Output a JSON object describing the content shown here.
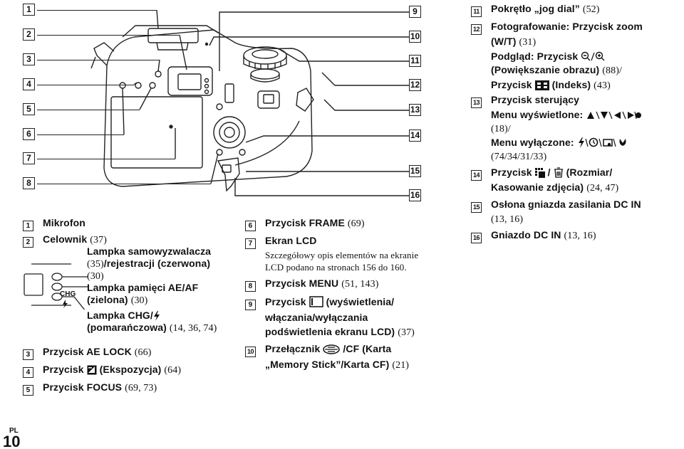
{
  "callouts_left": [
    "1",
    "2",
    "3",
    "4",
    "5",
    "6",
    "7",
    "8"
  ],
  "callouts_right": [
    "9",
    "10",
    "11",
    "12",
    "13",
    "14",
    "15",
    "16"
  ],
  "list_left": {
    "items": [
      {
        "num": "1",
        "title": "Mikrofon",
        "ref": ""
      },
      {
        "num": "2",
        "title": "Celownik",
        "ref": "(37)"
      },
      {
        "num": "3",
        "title": "Przycisk AE LOCK",
        "ref": "(66)"
      },
      {
        "num": "4",
        "title_a": "Przycisk",
        "title_b": "(Ekspozycja)",
        "ref": "(64)"
      },
      {
        "num": "5",
        "title": "Przycisk FOCUS",
        "ref": "(69, 73)"
      }
    ],
    "lamp_self": {
      "l1": "Lampka samowyzwalacza",
      "l2a": "(35)",
      "l2b": "/rejestracji (czerwona)",
      "l3": "(30)"
    },
    "lamp_ae": {
      "l1": "Lampka pamięci AE/AF",
      "l2a": "(zielona)",
      "l2b": "(30)"
    },
    "lamp_chg": {
      "l1": "Lampka CHG/",
      "l2a": "(pomarańczowa)",
      "l2b": "(14, 36, 74)"
    },
    "inset_chg_label": "CHG"
  },
  "list_mid": [
    {
      "num": "6",
      "title": "Przycisk FRAME",
      "ref": "(69)"
    },
    {
      "num": "7",
      "title": "Ekran LCD",
      "desc1": "Szczegółowy opis elementów na ekranie",
      "desc2": "LCD podano na stronach 156 do 160."
    },
    {
      "num": "8",
      "title": "Przycisk MENU",
      "ref": "(51, 143)"
    },
    {
      "num": "9",
      "l1a": "Przycisk",
      "l1b": "(wyświetlenia/",
      "l2": "włączania/wyłączania",
      "l3a": "podświetlenia ekranu LCD)",
      "l3b": "(37)"
    },
    {
      "num": "10",
      "l1a": "Przełącznik",
      "l1b": "/CF (Karta",
      "l2a": "„Memory Stick”/Karta CF)",
      "l2b": "(21)"
    }
  ],
  "list_right": [
    {
      "num": "11",
      "l1a": "Pokrętło „jog dial”",
      "l1b": "(52)"
    },
    {
      "num": "12",
      "l1": "Fotografowanie: Przycisk zoom",
      "l2a": "(W/T)",
      "l2b": "(31)",
      "l3": "Podgląd: Przycisk",
      "l4a": "(Powiększanie obrazu)",
      "l4b": "(88)/",
      "l5a": "Przycisk",
      "l5b": "(Indeks)",
      "l5c": "(43)"
    },
    {
      "num": "13",
      "l1": "Przycisk sterujący",
      "l2": "Menu wyświetlone:",
      "l3": "(18)/",
      "l4": "Menu wyłączone:",
      "l5": "(74/34/31/33)"
    },
    {
      "num": "14",
      "l1a": "Przycisk",
      "l1b": "/",
      "l1c": "(Rozmiar/",
      "l2a": "Kasowanie zdjęcia)",
      "l2b": "(24, 47)"
    },
    {
      "num": "15",
      "l1": "Osłona gniazda zasilania DC IN",
      "l2": "(13, 16)"
    },
    {
      "num": "16",
      "l1a": "Gniazdo DC IN",
      "l1b": "(13, 16)"
    }
  ],
  "footer": {
    "lang": "PL",
    "page": "10"
  }
}
